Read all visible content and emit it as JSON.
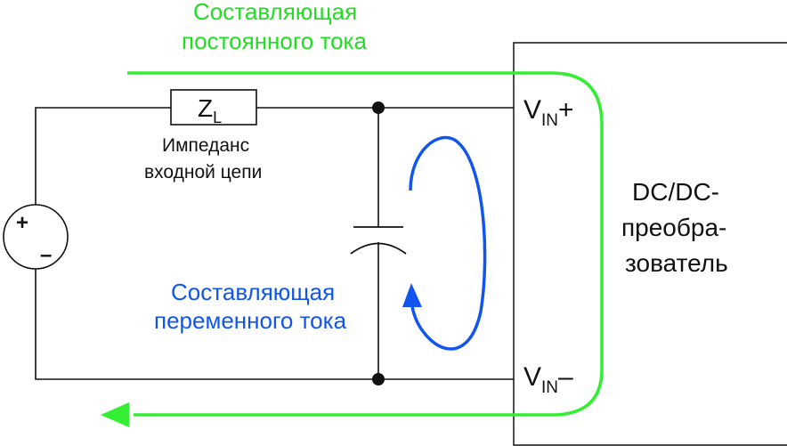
{
  "labels": {
    "dc_component_line1": "Составляющая",
    "dc_component_line2": "постоянного тока",
    "ac_component_line1": "Составляющая",
    "ac_component_line2": "переменного тока",
    "impedance_line1": "Импеданс",
    "impedance_line2": "входной цепи",
    "converter_line1": "DC/DC-",
    "converter_line2": "преобра-",
    "converter_line3": "зователь",
    "zl_main": "Z",
    "zl_sub": "L",
    "vin_main": "V",
    "vin_sub": "IN",
    "vin_plus": "+",
    "vin_minus": "–",
    "source_plus": "+",
    "source_minus": "–"
  },
  "colors": {
    "dc_path": "#33ee33",
    "ac_loop": "#1155ee",
    "wire": "#111111"
  }
}
